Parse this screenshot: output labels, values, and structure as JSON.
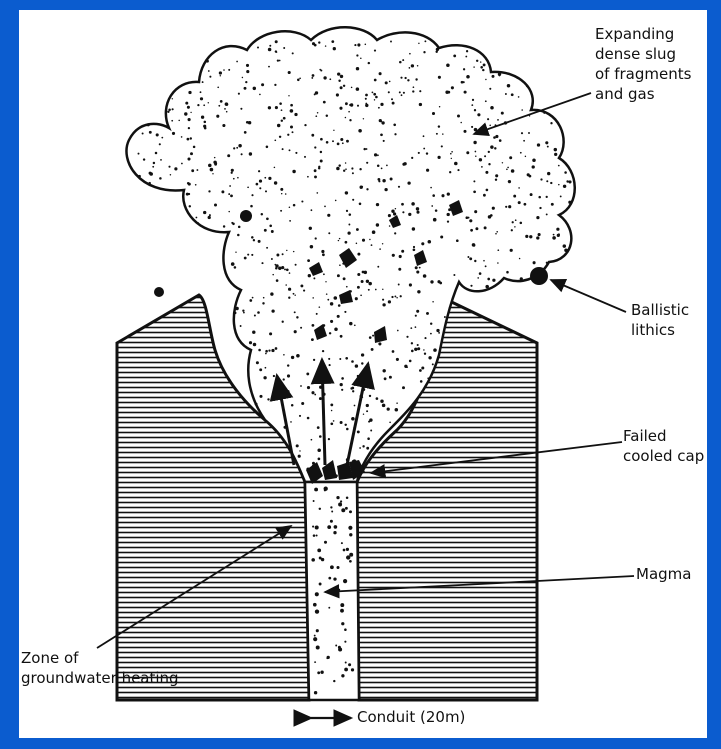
{
  "colors": {
    "frame": "#0b5ccf",
    "panel": "#ffffff",
    "ink": "#111111"
  },
  "labels": {
    "expanding_slug": "Expanding\ndense slug\nof fragments\nand gas",
    "ballistic_lithics": "Ballistic\nlithics",
    "failed_cap": "Failed\ncooled cap",
    "magma": "Magma",
    "groundwater": "Zone of\ngroundwater heating",
    "conduit": "Conduit (20m)"
  }
}
